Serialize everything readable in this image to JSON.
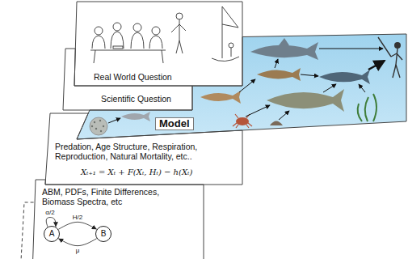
{
  "diagram": {
    "nodes": [
      {
        "text": [
          "Real World Question"
        ]
      },
      {
        "text": [
          "Scientific Question"
        ]
      },
      {
        "text": [
          "Model"
        ]
      },
      {
        "text": [
          "Predation, Age Structure, Respiration, Reproduction, Natural Mortality, etc..",
          "Xₜ₊₁ = Xₜ + F(Xₜ, Hₜ) − h(Xₜ)"
        ]
      },
      {
        "text": [
          "ABM, PDFs, Finite Differences, Biomass Spectra, etc"
        ]
      },
      {
        "text": [
          "A"
        ],
        "in": 4
      },
      {
        "text": [
          "B"
        ],
        "in": 4
      }
    ],
    "edges": [
      {
        "from": 5,
        "to": 5,
        "arrow": "to",
        "label": "α/2"
      },
      {
        "from": 5,
        "to": 6,
        "arrow": "to",
        "label": "H/2"
      },
      {
        "from": 6,
        "to": 5,
        "arrow": "to",
        "label": "μ"
      }
    ]
  }
}
